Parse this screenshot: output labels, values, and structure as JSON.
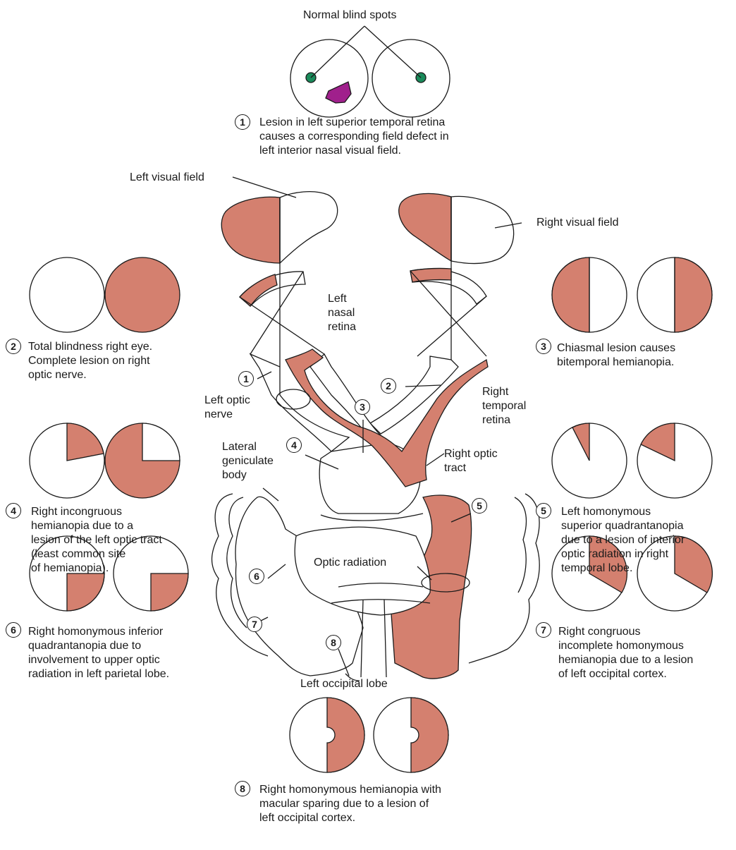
{
  "colors": {
    "lesion": "#d4806f",
    "blind_spot": "#1a8a5a",
    "retinal_lesion": "#a0208c",
    "stroke": "#1a1a1a"
  },
  "top": {
    "blind_spots_label": "Normal blind spots",
    "caption_number": "1",
    "caption_lines": [
      "Lesion in left superior temporal retina",
      "causes a corresponding field defect in",
      "left interior nasal visual field."
    ]
  },
  "anatomy": {
    "left_visual_field": "Left visual field",
    "right_visual_field": "Right visual field",
    "left_nasal_retina": [
      "Left",
      "nasal",
      "retina"
    ],
    "left_optic_nerve": [
      "Left optic",
      "nerve"
    ],
    "right_temporal_retina": [
      "Right",
      "temporal",
      "retina"
    ],
    "right_optic_tract": [
      "Right optic",
      "tract"
    ],
    "lateral_geniculate_body": [
      "Lateral",
      "geniculate",
      "body"
    ],
    "optic_radiation": "Optic radiation",
    "left_occipital_lobe": "Left occipital lobe",
    "markers": [
      "1",
      "2",
      "3",
      "4",
      "5",
      "6",
      "7",
      "8"
    ]
  },
  "defects": [
    {
      "number": "2",
      "lines": [
        "Total blindness right eye.",
        "Complete lesion on right",
        "optic nerve."
      ]
    },
    {
      "number": "3",
      "lines": [
        "Chiasmal lesion causes",
        "bitemporal hemianopia."
      ]
    },
    {
      "number": "4",
      "lines": [
        "Right incongruous",
        "hemianopia due to a",
        "lesion of the left optic tract",
        "(least common site",
        "of hemianopia)."
      ]
    },
    {
      "number": "5",
      "lines": [
        "Left homonymous",
        "superior quadrantanopia",
        "due to a lesion of interior",
        "optic radiation in right",
        "temporal lobe."
      ]
    },
    {
      "number": "6",
      "lines": [
        "Right homonymous inferior",
        "quadrantanopia due to",
        "involvement to upper optic",
        "radiation in left parietal lobe."
      ]
    },
    {
      "number": "7",
      "lines": [
        "Right congruous",
        "incomplete homonymous",
        "hemianopia due to a lesion",
        "of left occipital cortex."
      ]
    },
    {
      "number": "8",
      "lines": [
        "Right homonymous hemianopia with",
        "macular sparing due to a lesion of",
        "left occipital cortex."
      ]
    }
  ]
}
